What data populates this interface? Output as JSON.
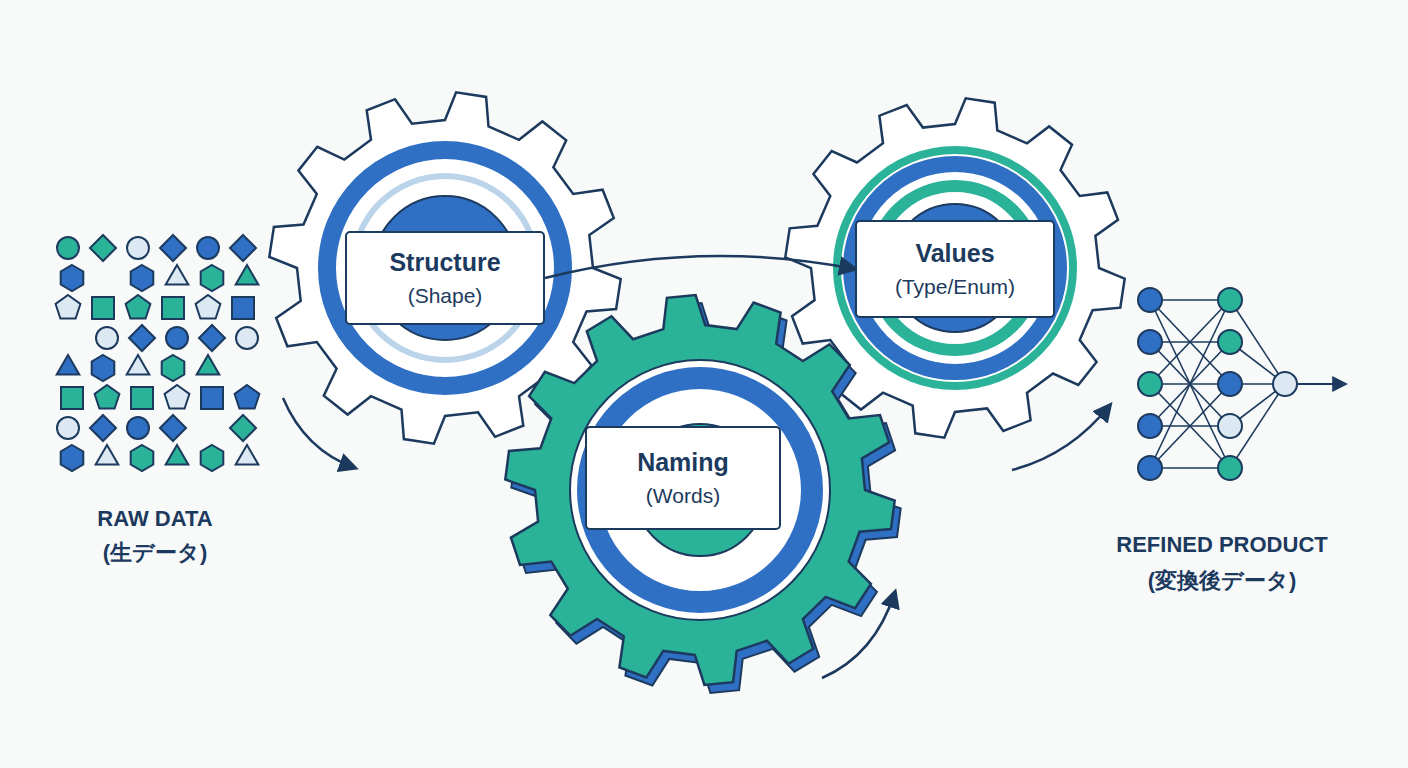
{
  "diagram": {
    "nodes": [
      {
        "text": [
          "Structure",
          "(Shape)"
        ]
      },
      {
        "text": [
          "Naming",
          "(Words)"
        ]
      },
      {
        "text": [
          "Values",
          "(Type/Enum)"
        ]
      }
    ],
    "edges": [
      {
        "from": 0,
        "to": 2,
        "arrow": "to"
      }
    ],
    "labels": [
      "RAW DATA",
      "(生データ)",
      "REFINED PRODUCT",
      "(変換後データ)"
    ]
  }
}
